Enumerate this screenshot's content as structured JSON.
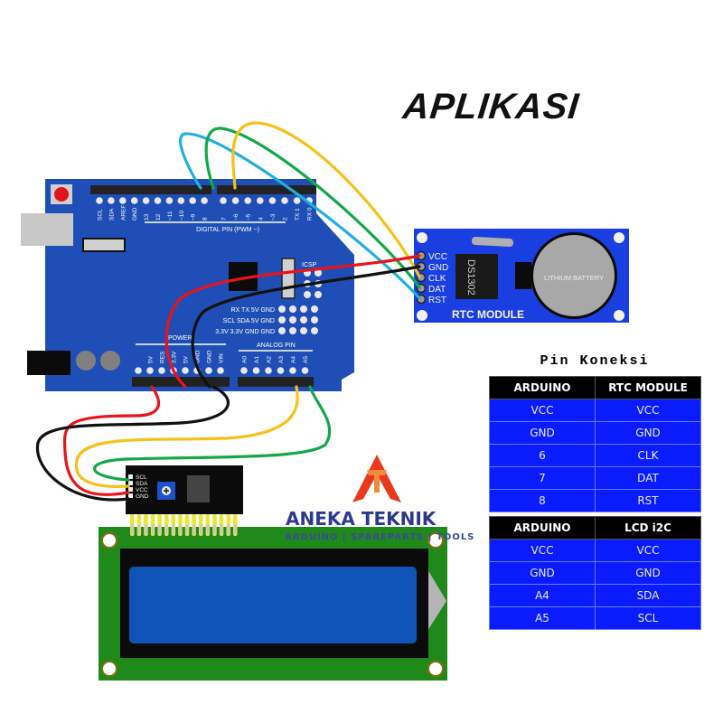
{
  "title": "APLIKASI",
  "pin_koneksi": {
    "title": "Pin Koneksi",
    "rtc_table": {
      "headers": [
        "ARDUINO",
        "RTC MODULE"
      ],
      "rows": [
        [
          "VCC",
          "VCC"
        ],
        [
          "GND",
          "GND"
        ],
        [
          "6",
          "CLK"
        ],
        [
          "7",
          "DAT"
        ],
        [
          "8",
          "RST"
        ]
      ]
    },
    "lcd_table": {
      "headers": [
        "ARDUINO",
        "LCD i2C"
      ],
      "rows": [
        [
          "VCC",
          "VCC"
        ],
        [
          "GND",
          "GND"
        ],
        [
          "A4",
          "SDA"
        ],
        [
          "A5",
          "SCL"
        ]
      ]
    }
  },
  "arduino": {
    "digital_labels": [
      "SCL",
      "SDA",
      "AREF",
      "GND",
      "13",
      "12",
      "~11",
      "~10",
      "~9",
      "8",
      "7",
      "~6",
      "~5",
      "4",
      "~3",
      "2",
      "TX 1",
      "RX 0"
    ],
    "digital_header": "DIGITAL PIN (PWM ~)",
    "power_header": "POWER",
    "power_labels": [
      "5V",
      "RES",
      "3.3V",
      "5V",
      "GND",
      "GND",
      "VIN"
    ],
    "analog_header": "ANALOG PIN",
    "analog_labels": [
      "A0",
      "A1",
      "A2",
      "A3",
      "A4",
      "A5"
    ],
    "icsp_label": "ICSP",
    "aux_rows": [
      "RX  TX  5V  GND",
      "SCL  SDA  5V  GND",
      "3.3V  3.3V  GND  GND"
    ]
  },
  "rtc_module": {
    "label": "RTC MODULE",
    "chip": "DS1302",
    "battery": "LITHIUM BATTERY",
    "pins": [
      "VCC",
      "GND",
      "CLK",
      "DAT",
      "RST"
    ]
  },
  "lcd_i2c": {
    "pins": [
      "SCL",
      "SDA",
      "VCC",
      "GND"
    ]
  },
  "logo": {
    "name": "ANEKA TEKNIK",
    "tagline": "ARDUINO | SPAREPARTS | TOOLS"
  },
  "colors": {
    "board_blue": "#1f4fb6",
    "table_blue": "#0a1bff",
    "lcd_green": "#1f8a1a",
    "lcd_screen": "#0f55b8",
    "wire_red": "#e8141a",
    "wire_black": "#111111",
    "wire_blue": "#1fb0e0",
    "wire_green": "#12a84a",
    "wire_yellow": "#f5c21a"
  }
}
